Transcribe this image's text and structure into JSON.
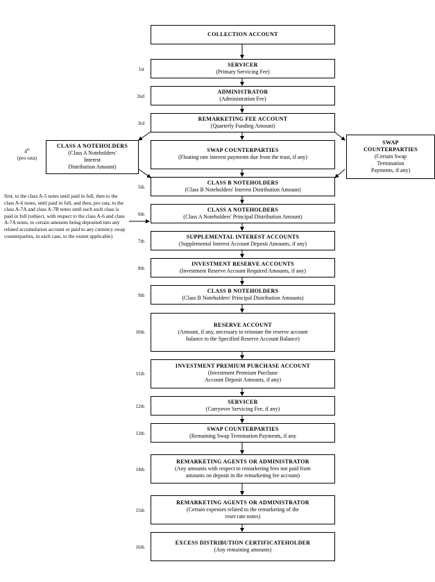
{
  "collection": {
    "title": "COLLECTION ACCOUNT"
  },
  "steps": [
    {
      "order": "1st",
      "title": "SERVICER",
      "sub": "(Primary Servicing Fee)"
    },
    {
      "order": "2nd",
      "title": "ADMINISTRATOR",
      "sub": "(Administration Fee)"
    },
    {
      "order": "3rd",
      "title": "REMARKETING FEE ACCOUNT",
      "sub": "(Quarterly Funding Amount)"
    },
    {
      "order": "",
      "title": "SWAP COUNTERPARTIES",
      "sub": "(Floating rate interest payments due from the trust, if any)"
    },
    {
      "order": "5th",
      "title": "CLASS B NOTEHOLDERS",
      "sub": "(Class B Noteholders' Interest Distribution Amount)"
    },
    {
      "order": "6th",
      "title": "CLASS A NOTEHOLDERS",
      "sub": "(Class A Noteholders' Principal Distribution Amount)"
    },
    {
      "order": "7th",
      "title": "SUPPLEMENTAL INTEREST ACCOUNTS",
      "sub": "(Supplemental Interest Account Deposit Amounts, if any)"
    },
    {
      "order": "8th",
      "title": "INVESTMENT RESERVE ACCOUNTS",
      "sub": "(Investment Reserve Account Required Amounts, if any)"
    },
    {
      "order": "9th",
      "title": "CLASS B NOTEHOLDERS",
      "sub": "(Class B Noteholders' Principal Distribution Amounts)"
    },
    {
      "order": "10th",
      "title": "RESERVE ACCOUNT",
      "sub": "(Amount, if any, necessary to reinstate the reserve account\nbalance to the Specified Reserve Account Balance)"
    },
    {
      "order": "11th",
      "title": "INVESTMENT PREMIUM PURCHASE ACCOUNT",
      "sub": "(Investment Premium Purchase\nAccount Deposit Amounts, if any)"
    },
    {
      "order": "12th",
      "title": "SERVICER",
      "sub": "(Carryover Servicing Fee, if any)"
    },
    {
      "order": "13th",
      "title": "SWAP COUNTERPARTIES",
      "sub": "(Remaining Swap Termination Payments, if any"
    },
    {
      "order": "14th",
      "title": "REMARKETING AGENTS OR ADMINISTRATOR",
      "sub": "(Any amounts with respect to remarketing fees not paid from\namounts on deposit in the remarketing fee account)"
    },
    {
      "order": "15th",
      "title": "REMARKETING AGENTS OR ADMINISTRATOR",
      "sub": "(Certain expenses related to the remarketing of the\nreset rate notes)"
    },
    {
      "order": "16th",
      "title": "EXCESS DISTRIBUTION CERTIFICATEHOLDER",
      "sub": "(Any remaining amounts)"
    }
  ],
  "left_box": {
    "title": "CLASS A NOTEHOLDERS",
    "sub": "(Class A Noteholders'\nInterest\nDistribution Amount)"
  },
  "right_box": {
    "title": "SWAP\nCOUNTERPARTIES",
    "sub": "(Certain Swap\nTermination\nPayments, if any)"
  },
  "fourth": {
    "order": "4",
    "order_sup": "th",
    "qualifier": "(pro rata)"
  },
  "sixth_note": "first, to the class A-5 notes until paid in full, then to the class A-6 notes, until paid in full, and then, pro rata, to the class A-7A and class A-7B notes until each such class is paid in full (subject, with respect to the class A-6 and class A-7A notes, to certain amounts being deposited into any related accumulation account or paid to any currency swap counterparties, in each case, to the extent applicable)"
}
